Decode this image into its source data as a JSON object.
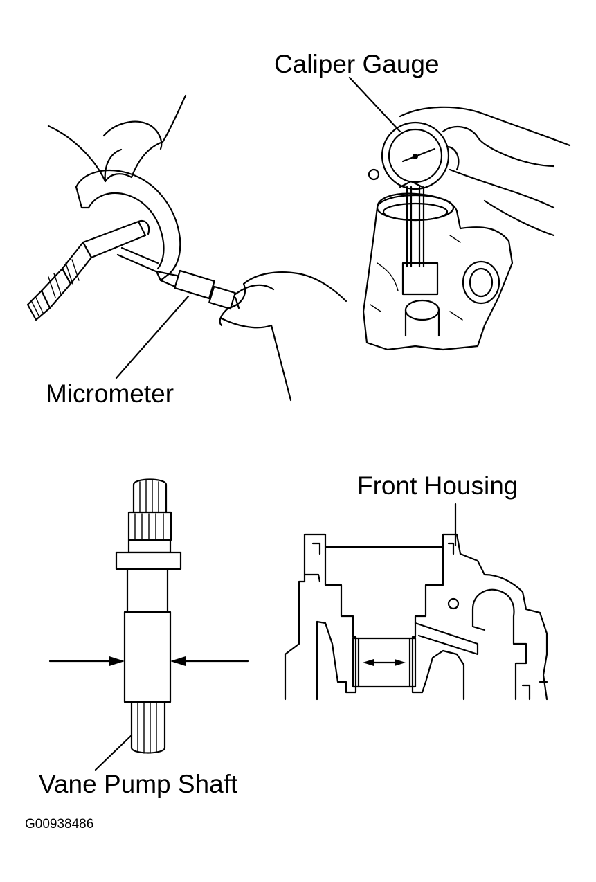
{
  "labels": {
    "caliper_gauge": "Caliper Gauge",
    "micrometer": "Micrometer",
    "front_housing": "Front Housing",
    "vane_pump_shaft": "Vane Pump Shaft",
    "figure_code": "G00938486"
  },
  "colors": {
    "ink": "#000000",
    "background": "#ffffff"
  }
}
